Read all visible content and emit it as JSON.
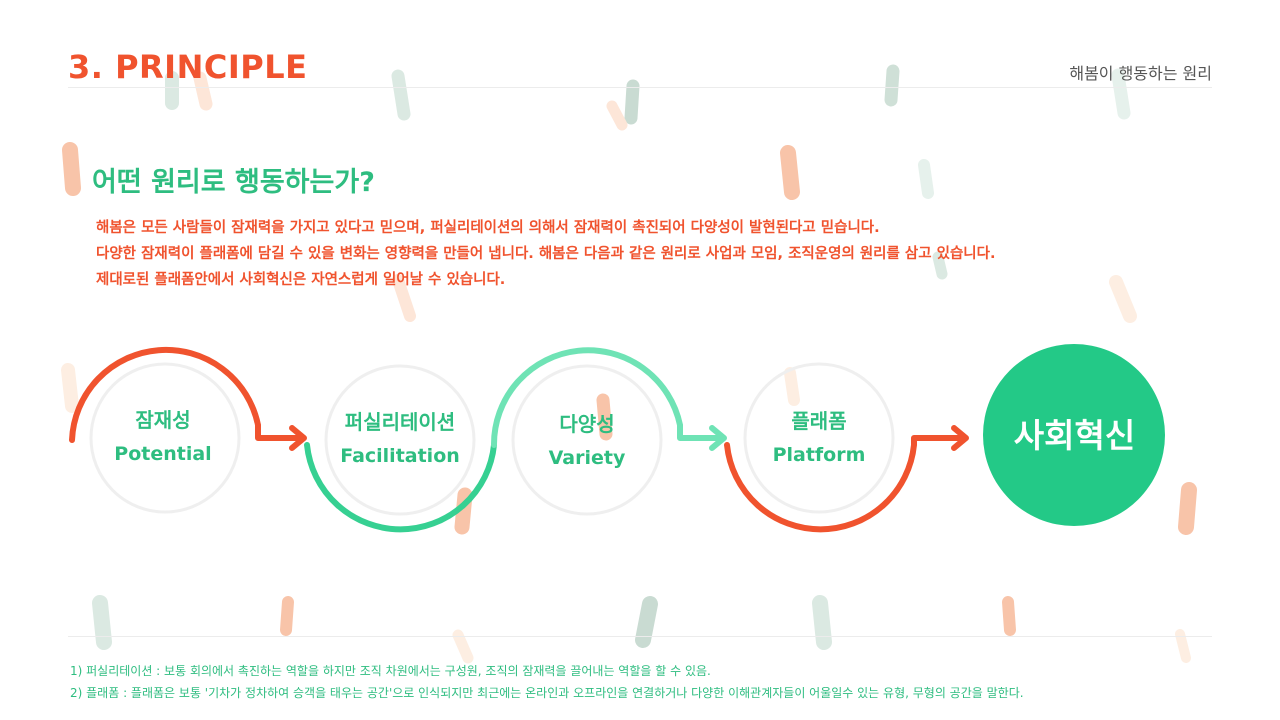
{
  "header": {
    "title": "3. PRINCIPLE",
    "right_label": "해봄이 행동하는 원리"
  },
  "section": {
    "question": "어떤 원리로 행동하는가?",
    "description": [
      "해봄은 모든 사람들이 잠재력을 가지고 있다고 믿으며, 퍼실리테이션의 의해서 잠재력이 촉진되어 다양성이 발현된다고 믿습니다.",
      "다양한 잠재력이 플래폼에 담길 수 있을 변화는 영향력을 만들어 냅니다. 해봄은 다음과 같은 원리로 사업과 모임, 조직운영의 원리를 삼고 있습니다.",
      "제대로된 플래폼안에서 사회혁신은 자연스럽게 일어날 수 있습니다."
    ]
  },
  "principles": [
    {
      "ko": "잠재성",
      "en": "Potential"
    },
    {
      "ko": "퍼실리테이션",
      "en": "Facilitation"
    },
    {
      "ko": "다양성",
      "en": "Variety"
    },
    {
      "ko": "플래폼",
      "en": "Platform"
    }
  ],
  "outcome": {
    "label": "사회혁신"
  },
  "footnotes": [
    "1) 퍼실리테이션 : 보통 회의에서 촉진하는 역할을 하지만 조직 차원에서는 구성원, 조직의 잠재력을 끌어내는 역할을 할 수 있음.",
    "2) 플래폼 : 플래폼은 보통 '기차가 정차하여 승객을 태우는 공간'으로 인식되지만 최근에는 온라인과 오프라인을 연결하거나 다양한 이해관계자들이 어울일수 있는 유형, 무형의 공간을 말한다."
  ],
  "colors": {
    "orange": "#f0532e",
    "green": "#2ebd80",
    "mint": "#6fe3b5",
    "outcome_fill": "#23c987",
    "ring": "#efefef"
  }
}
